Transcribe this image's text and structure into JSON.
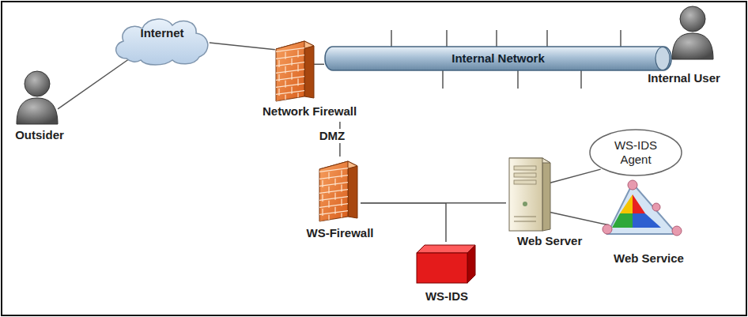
{
  "diagram": {
    "nodes": [
      {
        "text": [
          "Outsider"
        ]
      },
      {
        "text": [
          "Internet"
        ]
      },
      {
        "text": [
          "Network Firewall"
        ]
      },
      {
        "text": [
          "Internal Network"
        ]
      },
      {
        "text": [
          "Internal User"
        ]
      },
      {
        "text": [
          "WS-IDS Agent"
        ]
      },
      {
        "text": [
          "WS-Firewall"
        ]
      },
      {
        "text": [
          "WS-IDS"
        ]
      },
      {
        "text": [
          "Web Server"
        ]
      },
      {
        "text": [
          "Web Service"
        ]
      }
    ],
    "edges": [
      {
        "from": 0,
        "to": 1,
        "arrow": "none"
      },
      {
        "from": 1,
        "to": 2,
        "arrow": "none"
      },
      {
        "from": 2,
        "to": 3,
        "arrow": "none"
      },
      {
        "from": 2,
        "to": 6,
        "label": "DMZ",
        "arrow": "none"
      },
      {
        "from": 6,
        "to": 7,
        "arrow": "none"
      },
      {
        "from": 6,
        "to": 8,
        "arrow": "none"
      },
      {
        "from": 8,
        "to": 5,
        "arrow": "none"
      },
      {
        "from": 8,
        "to": 9,
        "arrow": "none"
      }
    ]
  }
}
